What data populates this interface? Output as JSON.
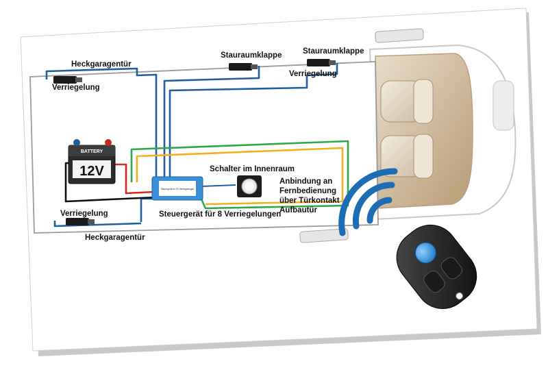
{
  "labels": {
    "heckgaragentuer_top": "Heckgaragentür",
    "verriegelung_top": "Verriegelung",
    "stauraumklappe_1": "Stauraumklappe",
    "stauraumklappe_2": "Stauraumklappe",
    "verriegelung_mid": "Verriegelung",
    "schalter": "Schalter im Innenraum",
    "anbindung": "Anbindung an\nFernbedienung\nüber Türkontakt\nAufbautür",
    "verriegelung_bottom": "Verriegelung",
    "steuergeraet": "Steuergerät für 8 Verriegelungen",
    "heckgaragentuer_bottom": "Heckgaragentür",
    "battery_text": "BATTERY",
    "battery_voltage": "12V",
    "controller_text": "Steuergerät für ZV Verriegelungen"
  },
  "colors": {
    "wire_blue": "#1f5f9e",
    "wire_green": "#2fa84a",
    "wire_yellow": "#f2b01e",
    "wire_red": "#d6281e",
    "wire_black": "#111111",
    "signal_blue": "#1c6db3",
    "controller_blue": "#3a8fd6"
  },
  "icons": {
    "battery": "battery-icon",
    "controller": "controller-icon",
    "switch": "push-switch-icon",
    "actuator": "lock-actuator-icon",
    "wireless": "wireless-signal-icon",
    "remote": "car-key-remote-icon",
    "seat": "seat-icon"
  }
}
